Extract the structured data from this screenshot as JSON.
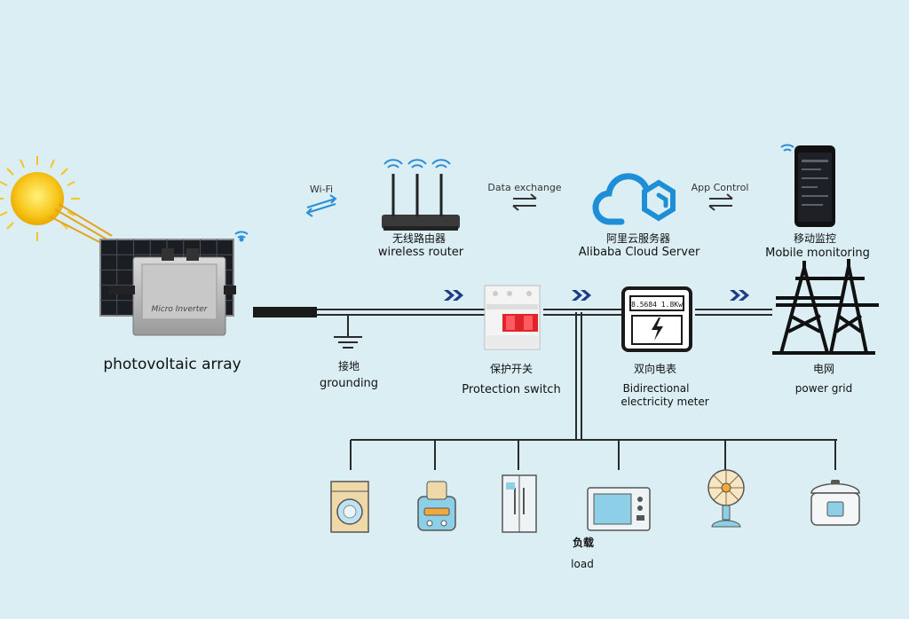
{
  "colors": {
    "background": "#dbeef4",
    "line": "#2a2a2a",
    "arrow_blue": "#1f3c8a",
    "cloud_blue": "#1e8fd6",
    "wifi_blue": "#2a8fd8",
    "breaker_red": "#e0242c",
    "sun_yellow": "#f7c51a"
  },
  "labels": {
    "pv_array": "photovoltaic array",
    "inverter_text": "Micro Inverter",
    "wifi": "Wi-Fi",
    "router_cn": "无线路由器",
    "router_en": "wireless router",
    "data_exchange": "Data exchange",
    "cloud_cn": "阿里云服务器",
    "cloud_en": "Alibaba Cloud Server",
    "app_control": "App Control",
    "mobile_cn": "移动监控",
    "mobile_en": "Mobile monitoring",
    "grounding_cn": "接地",
    "grounding_en": "grounding",
    "switch_cn": "保护开关",
    "switch_en": "Protection switch",
    "meter_cn": "双向电表",
    "meter_en_1": "Bidirectional",
    "meter_en_2": "electricity meter",
    "meter_display": "8.5684 1.8Kw",
    "grid_cn": "电网",
    "grid_en": "power grid",
    "load_cn": "负载",
    "load_en": "load"
  },
  "icons": {
    "sun": "sun-icon",
    "solar_panel": "solar-panel-icon",
    "inverter": "micro-inverter-icon",
    "router": "wireless-router-icon",
    "cloud": "cloud-server-icon",
    "phone": "mobile-phone-icon",
    "breaker": "protection-switch-icon",
    "meter": "electricity-meter-icon",
    "tower": "power-tower-icon",
    "ground": "ground-symbol-icon",
    "loads": [
      "washing-machine-icon",
      "toaster-icon",
      "refrigerator-icon",
      "microwave-icon",
      "fan-icon",
      "rice-cooker-icon"
    ]
  }
}
